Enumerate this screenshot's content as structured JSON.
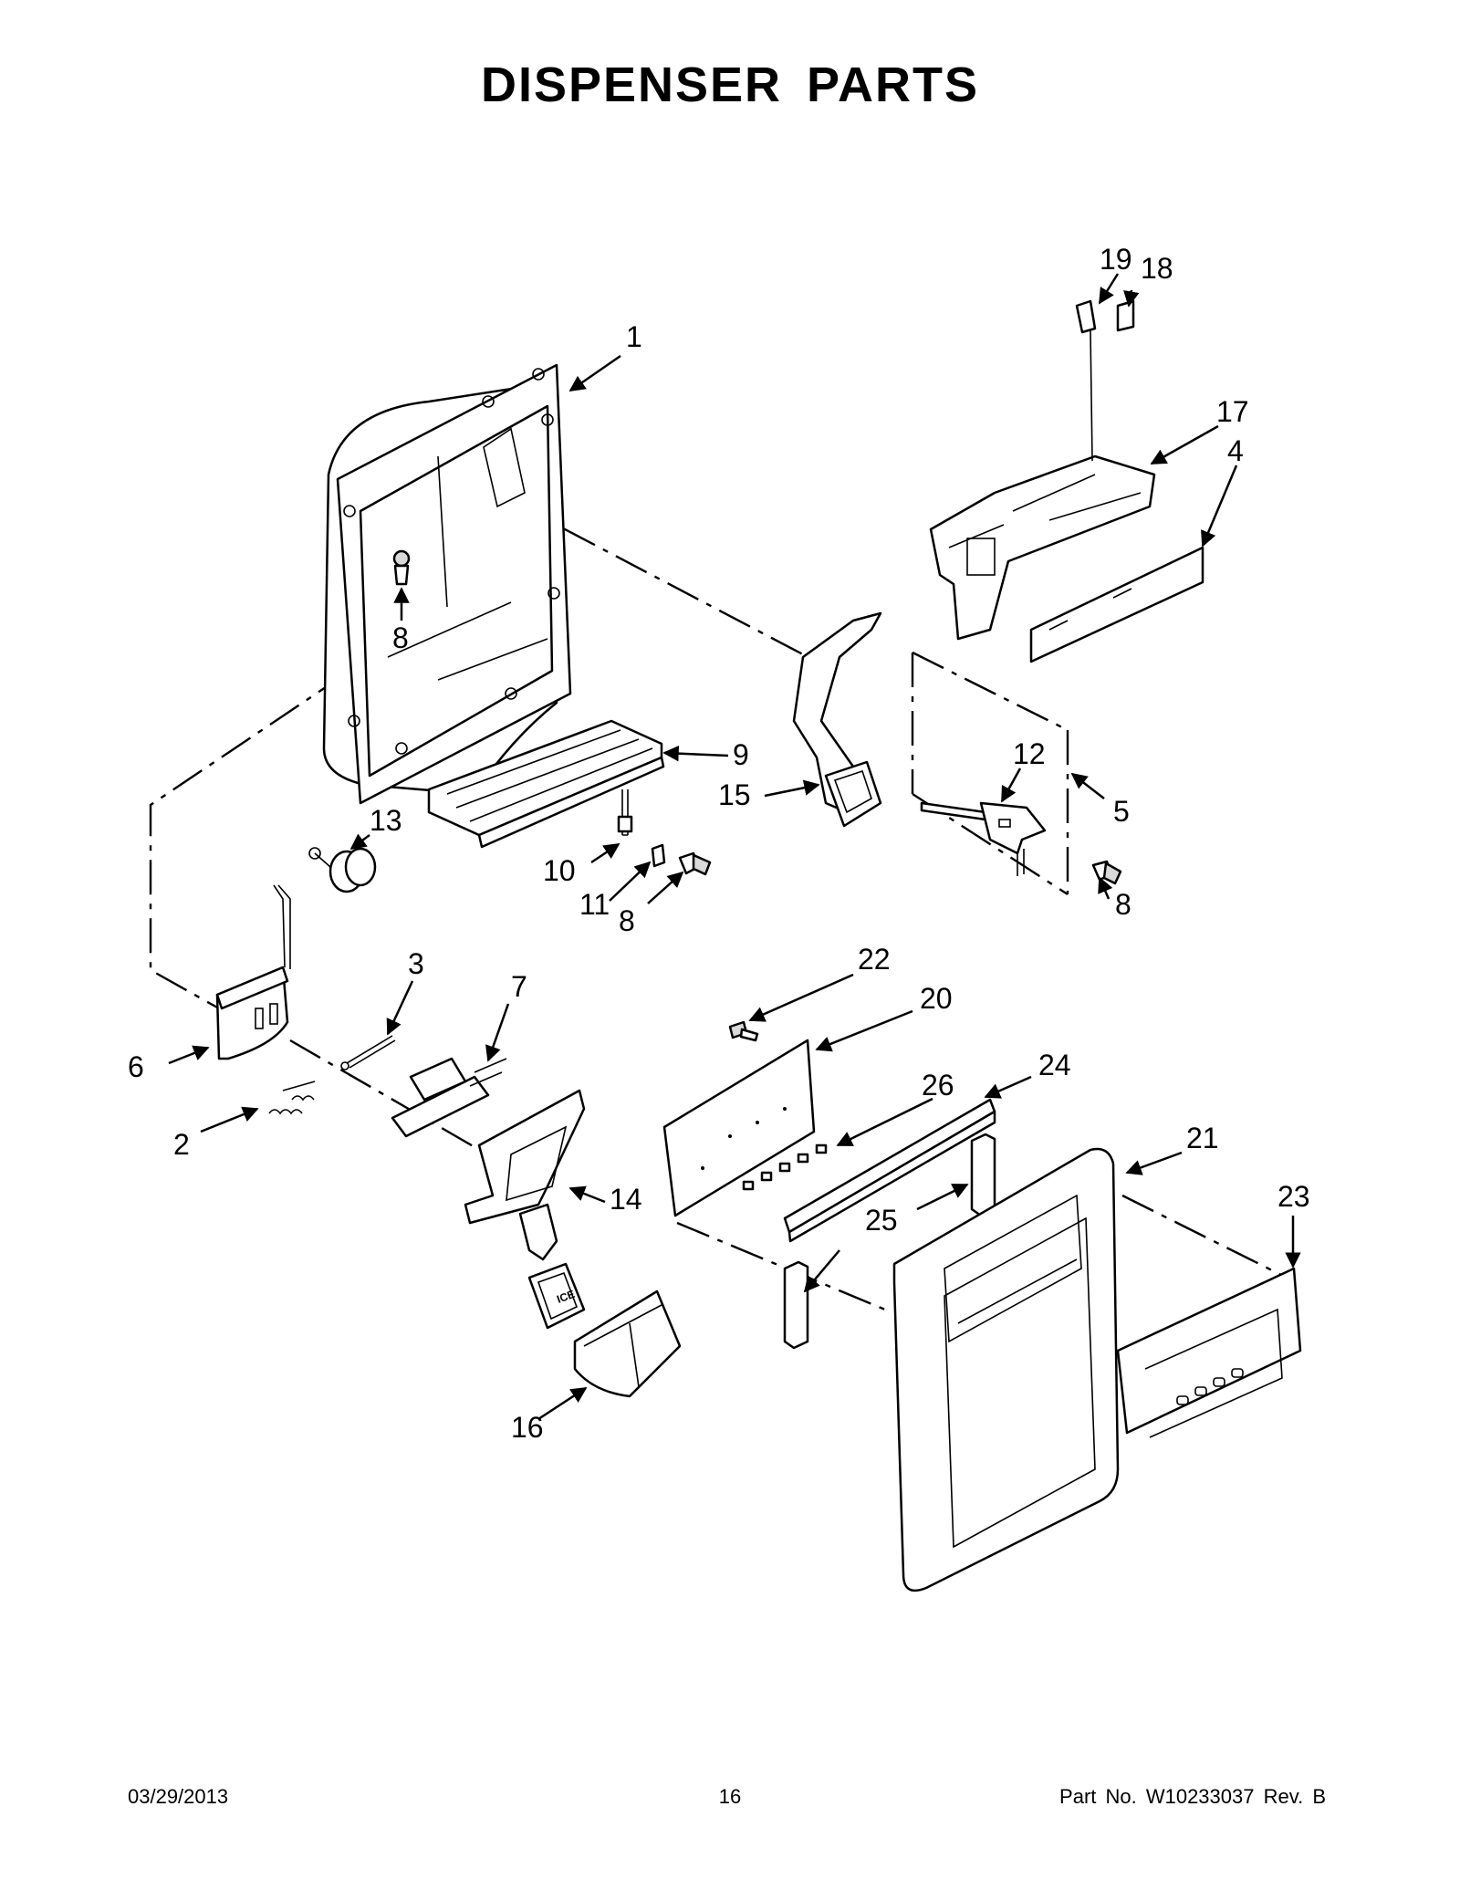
{
  "title": "DISPENSER PARTS",
  "footer": {
    "date": "03/29/2013",
    "page": "16",
    "part_no": "Part No.  W10233037  Rev.  B"
  },
  "callouts": {
    "c1": "1",
    "c2": "2",
    "c3": "3",
    "c4": "4",
    "c5": "5",
    "c6": "6",
    "c7": "7",
    "c8a": "8",
    "c8b": "8",
    "c8c": "8",
    "c9": "9",
    "c10": "10",
    "c11": "11",
    "c12": "12",
    "c13": "13",
    "c14": "14",
    "c15": "15",
    "c16": "16",
    "c17": "17",
    "c18": "18",
    "c19": "19",
    "c20": "20",
    "c21": "21",
    "c22": "22",
    "c23": "23",
    "c24": "24",
    "c25": "25",
    "c26": "26"
  },
  "embossed_text": {
    "ice_paddle": "ICE"
  }
}
